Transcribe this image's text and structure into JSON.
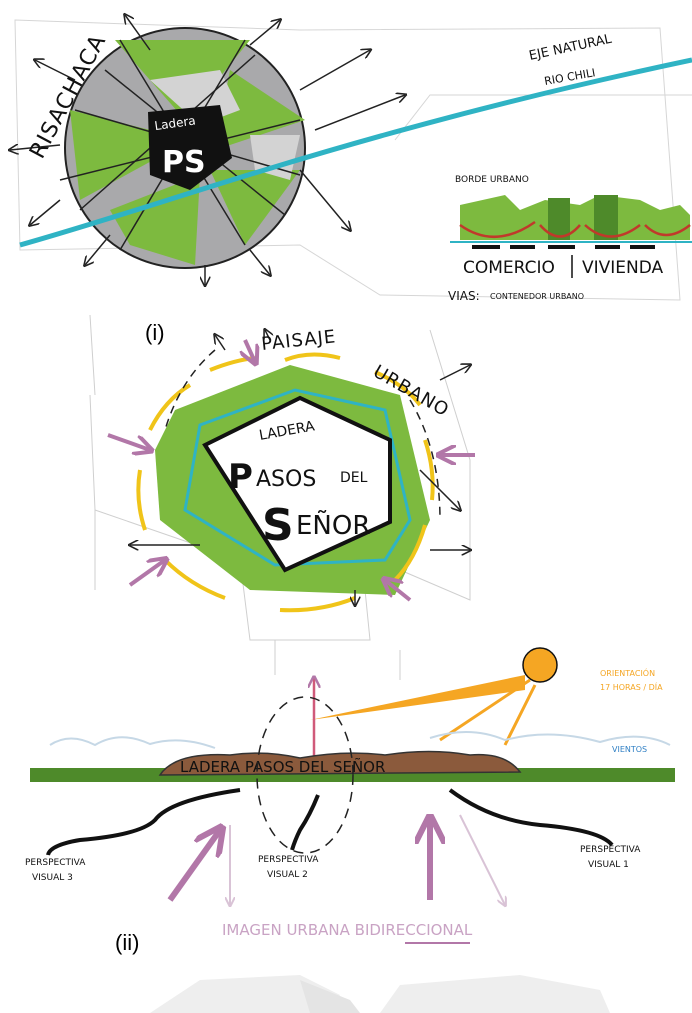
{
  "panel_i_label": "(i)",
  "panel_ii_label": "(ii)",
  "top_sketch": {
    "side_text": "RISACHACA",
    "center_small": "Ladera",
    "center_big": "PS",
    "axis_line1": "EJE NATURAL",
    "axis_line2": "RIO CHILI",
    "borde": "BORDE URBANO",
    "comercio": "COMERCIO",
    "vivienda": "VIVIENDA",
    "vias": "VIAS:",
    "contenedor": "CONTENEDOR URBANO"
  },
  "middle_sketch": {
    "paisaje": "PAISAJE",
    "urbano": "URBANO",
    "ladera": "LADERA",
    "pasos_first": "P",
    "pasos_rest": "ASOS",
    "del": "DEL",
    "senor_first": "S",
    "senor_rest": "EÑOR"
  },
  "bottom_sketch": {
    "hill_text": "LADERA PASOS DEL SEÑOR",
    "sun_note_1": "ORIENTACIÓN",
    "sun_note_2": "17 HORAS / DÍA",
    "vientos": "VIENTOS",
    "persp3_1": "PERSPECTIVA",
    "persp3_2": "VISUAL 3",
    "persp2_1": "PERSPECTIVA",
    "persp2_2": "VISUAL 2",
    "persp1_1": "PERSPECTIVA",
    "persp1_2": "VISUAL 1",
    "imagen": "IMAGEN URBANA BIDIRECCIONAL"
  },
  "colors": {
    "green": "#7dba3f",
    "gray": "#a9a9ab",
    "teal": "#2fb3c4",
    "yellow": "#f0c419",
    "purple": "#b277a8",
    "orange": "#f5a623",
    "brown": "#8b5a3c",
    "dark_green": "#4e8a2a",
    "red": "#c0392b"
  }
}
